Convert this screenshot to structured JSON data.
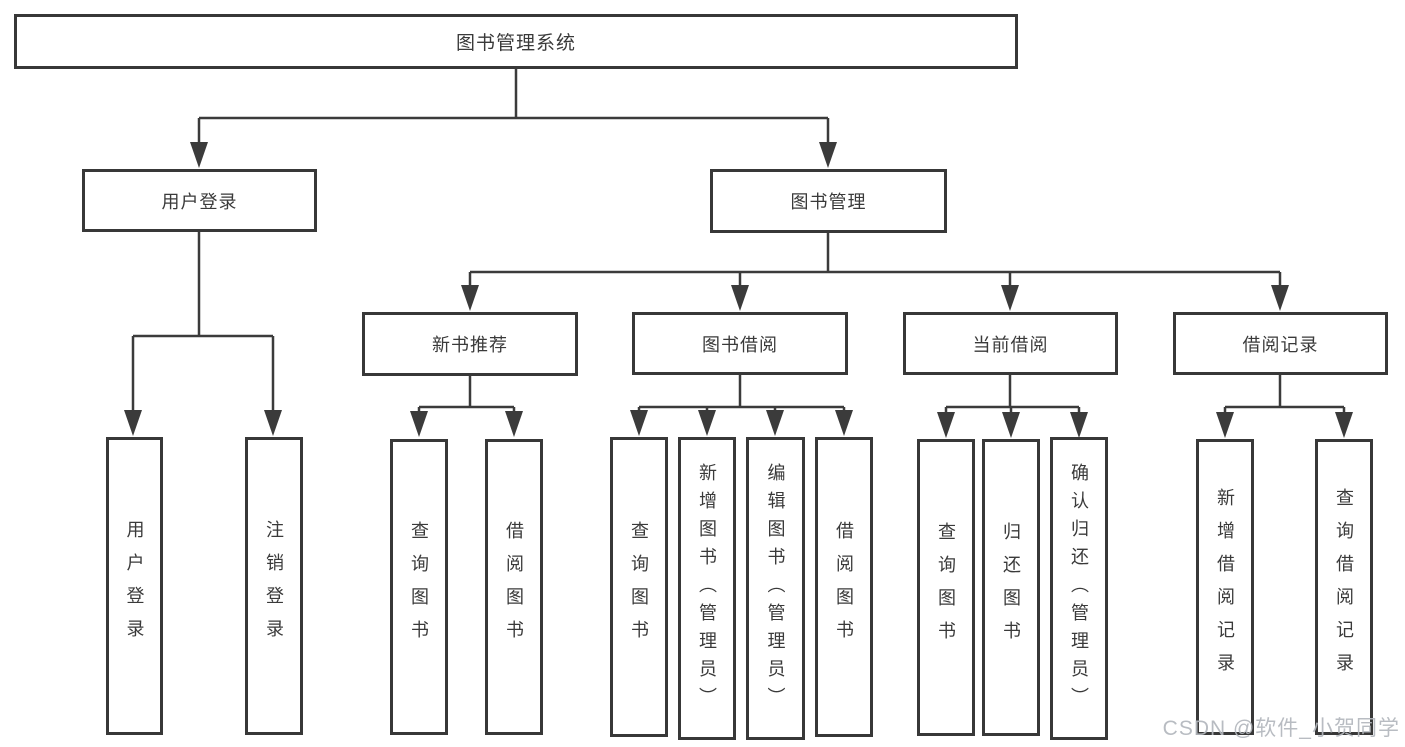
{
  "tree": {
    "root": {
      "label": "图书管理系统"
    },
    "level2": [
      {
        "label": "用户登录",
        "children": [
          {
            "label": "用户登录"
          },
          {
            "label": "注销登录"
          }
        ]
      },
      {
        "label": "图书管理",
        "children": [
          {
            "label": "新书推荐",
            "children": [
              {
                "label": "查询图书"
              },
              {
                "label": "借阅图书"
              }
            ]
          },
          {
            "label": "图书借阅",
            "children": [
              {
                "label": "查询图书"
              },
              {
                "label": "新增图书（管理员）"
              },
              {
                "label": "编辑图书（管理员）"
              },
              {
                "label": "借阅图书"
              }
            ]
          },
          {
            "label": "当前借阅",
            "children": [
              {
                "label": "查询图书"
              },
              {
                "label": "归还图书"
              },
              {
                "label": "确认归还（管理员）"
              }
            ]
          },
          {
            "label": "借阅记录",
            "children": [
              {
                "label": "新增借阅记录"
              },
              {
                "label": "查询借阅记录"
              }
            ]
          }
        ]
      }
    ]
  },
  "watermark": {
    "text": "CSDN @软件_小贺同学"
  },
  "colors": {
    "line": "#3b3b3b",
    "text": "#3a3a3a",
    "box_border": "#383838",
    "background": "#ffffff",
    "watermark": "#b3b7bd"
  }
}
